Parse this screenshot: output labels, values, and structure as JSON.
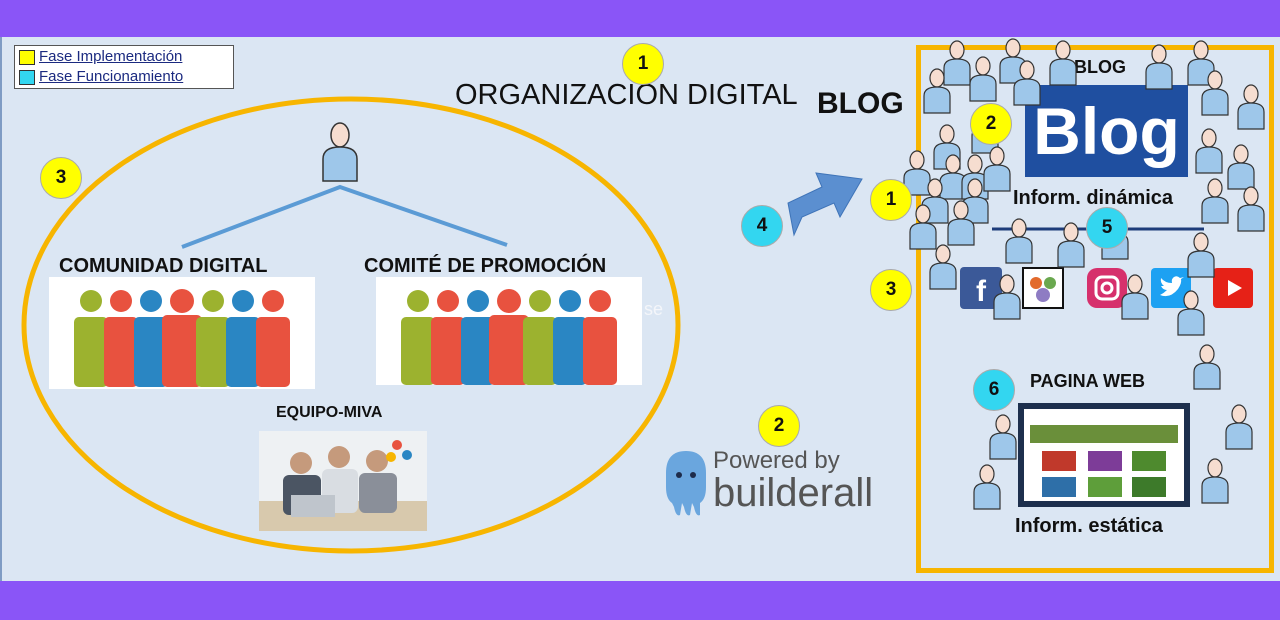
{
  "colors": {
    "frame": "#8a55f7",
    "canvas": "#dbe6f3",
    "ellipse": "#f7b500",
    "yellow_badge": "#ffff00",
    "cyan_badge": "#33d6f0",
    "arrow": "#5b8fd0",
    "tree_line": "#5b9bd5"
  },
  "legend": {
    "implementacion": "Fase Implementación",
    "funcionamiento": "Fase Funcionamiento"
  },
  "title": "ORGANIZACIÓN DIGITAL",
  "overlap_blog": "BLOG",
  "left": {
    "comunidad": "COMUNIDAD DIGITAL",
    "comite": "COMITÉ DE PROMOCIÓN",
    "faded": "se",
    "equipo": "EQUIPO-MIVA"
  },
  "badges": {
    "top_1": "1",
    "left_3": "3",
    "center_4": "4",
    "center_2": "2",
    "right_1": "1",
    "right_2": "2",
    "right_3": "3",
    "right_5": "5",
    "right_6": "6"
  },
  "powered": {
    "line1": "Powered by",
    "line2": "builderall"
  },
  "right": {
    "blog_label": "BLOG",
    "blog_logo": "Blog",
    "dinamica": "Inform. dinámica",
    "web_label": "PAGINA WEB",
    "estatica": "Inform. estática"
  }
}
